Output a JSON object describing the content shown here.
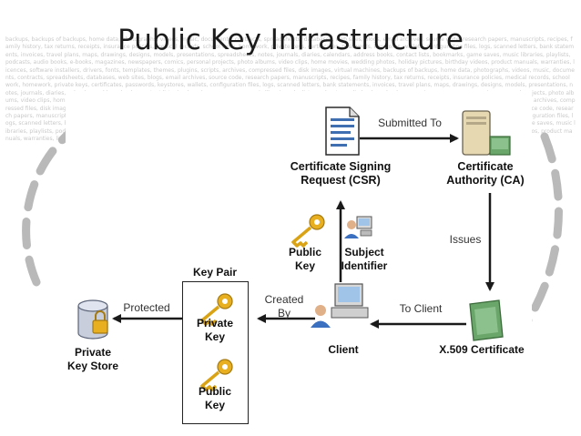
{
  "slide": {
    "title": "Public Key Infrastructure",
    "background_text": "backups, backups of backups, home data, photographs, videos, music, documents, contracts, spreadsheets, databases, web sites, blogs, email archives, source code, research papers, manuscripts, recipes, family history, tax returns, receipts, insurance policies, medical records, school work, homework, private keys, certificates, passwords, keystores, wallets, configuration files, logs, scanned letters, bank statements, invoices, travel plans, maps, drawings, designs, models, presentations, spreadsheets, notes, journals, diaries, calendars, address books, contact lists, bookmarks, game saves, music libraries, playlists, podcasts, audio books, e-books, magazines, newspapers, comics, personal projects, photo albums, video clips, home movies, wedding photos, holiday pictures, birthday videos, product manuals, warranties, licences, software installers, drivers, fonts, templates, themes, plugins, scripts, archives, compressed files, disk images, virtual machines, backups of backups, home data, photographs, videos, music, documents, contracts, spreadsheets, databases, web sites, blogs, email archives, source code, research papers, manuscripts, recipes, family history, tax returns, receipts, insurance policies, medical records, school work, homework, private keys, certificates, passwords, keystores, wallets, configuration files, logs, scanned letters, bank statements, invoices, travel plans, maps, drawings, designs, models, presentations, notes, journals, diaries, calendars, address books, contact lists, bookmarks, game saves, music libraries, playlists, podcasts, audio books, e-books, magazines, newspapers, comics, personal projects, photo albums, video clips, home movies, wedding photos, holiday pictures, birthday videos, product manuals, warranties, licences, software installers, drivers, fonts, templates, themes, plugins, scripts, archives, compressed files, disk images, virtual machines, backups of backups, home data, photographs, videos, music, documents, contracts, spreadsheets, databases, web sites, blogs, email archives, source code, research papers, manuscripts, recipes, family history, tax returns, receipts, insurance policies, medical records, school work, homework, private keys, certificates, passwords, keystores, wallets, configuration files, logs, scanned letters, bank statements, invoices, travel plans, maps, drawings, designs, models, presentations, notes, journals, diaries, calendars, address books, contact lists, bookmarks, game saves, music libraries, playlists, podcasts, audio books, e-books, magazines, newspapers, comics, personal projects, photo albums, video clips, home movies, wedding photos, holiday pictures, birthday videos, product manuals, warranties, licences"
  },
  "diagram": {
    "nodes": {
      "csr": "Certificate Signing\nRequest (CSR)",
      "ca": "Certificate\nAuthority (CA)",
      "public_key_top": "Public\nKey",
      "subject_identifier": "Subject\nIdentifier",
      "key_pair": "Key Pair",
      "private_key": "Private\nKey",
      "public_key": "Public\nKey",
      "private_key_store": "Private\nKey Store",
      "client": "Client",
      "x509": "X.509 Certificate"
    },
    "edges": {
      "submitted_to": "Submitted To",
      "issues": "Issues",
      "protected": "Protected",
      "created_by": "Created\nBy",
      "to_client": "To Client"
    },
    "colors": {
      "key_gold": "#e8b020",
      "cert_green": "#6aa56a",
      "server_beige": "#e6d8b0",
      "document_blue": "#3f6fb0",
      "arrow": "#1a1a1a"
    }
  }
}
